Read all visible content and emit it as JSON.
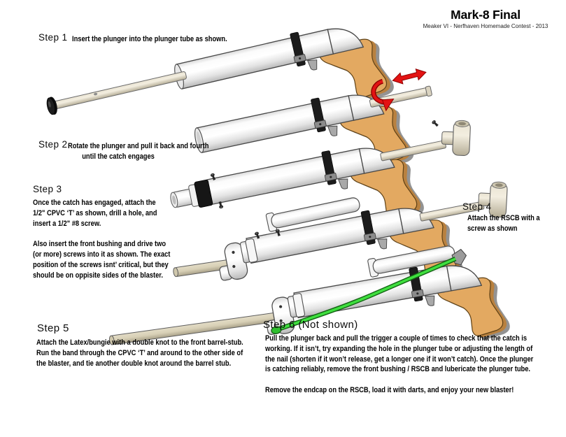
{
  "header": {
    "title": "Mark-8 Final",
    "subtitle": "Meaker VI - Nerfhaven Homemade Contest - 2013"
  },
  "steps": [
    {
      "label": "Step 1",
      "text": "Insert the plunger into the plunger tube as shown."
    },
    {
      "label": "Step 2",
      "text": "Rotate the plunger and pull it back and fourth\nuntil the catch engages"
    },
    {
      "label": "Step 3",
      "text": "Once the catch has engaged, attach the\n1/2\" CPVC ‘T’ as shown, drill a hole, and\ninsert a 1/2\" #8 screw.\n\nAlso insert the front bushing and drive two\n(or more) screws into it as shown. The exact\nposition of the screws isnt’ critical, but they\nshould be on oppisite sides of the blaster."
    },
    {
      "label": "Step 4",
      "text": "Attach the RSCB with a\nscrew as shown"
    },
    {
      "label": "Step 5",
      "text": "Attach the Latex/bungie with a double knot to the front barrel-stub.\nRun the band through the CPVC ‘T’ and around to the other side of\nthe blaster, and tie another double knot around the barrel stub."
    },
    {
      "label": "Step 6 (Not shown)",
      "text": "Pull the plunger back and pull the trigger a couple of times to check that the catch is\nworking. If it isn’t, try expanding the hole in the plunger tube or adjusting the length of\nthe nail (shorten if it won’t release, get a longer one if it won’t catch). Once the plunger\nis catching reliably, remove the front bushing / RSCB and lubericate the plunger tube.\n\nRemove the endcap on the RSCB, load it with darts, and enjoy your new blaster!"
    }
  ],
  "colors": {
    "ink": "#000000",
    "handle-tan": "#e3a961",
    "handle-shade": "#b9813f",
    "tube-white": "#f5f5f5",
    "rod-beige": "#e4ddc9",
    "barrel-beige": "#d8d0b6",
    "strap-black": "#1c1c1c",
    "arrow-red": "#e31313",
    "band-green": "#3fdf3f"
  }
}
